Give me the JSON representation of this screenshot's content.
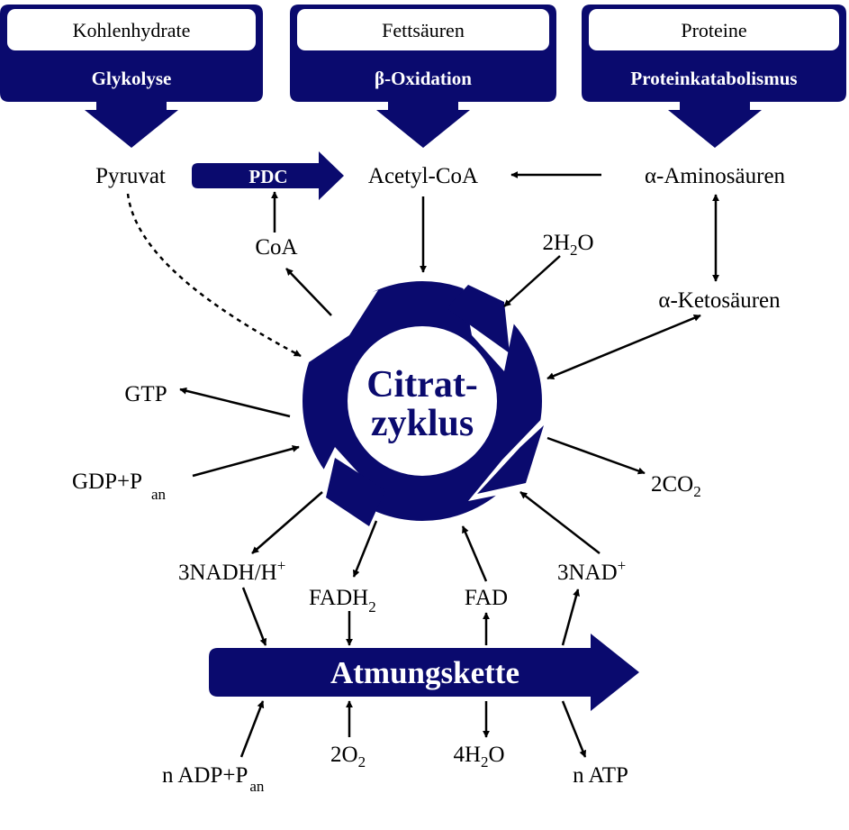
{
  "colors": {
    "primary": "#0a0a6e",
    "ink": "#000000",
    "paper": "#ffffff"
  },
  "sources": [
    {
      "name": "Kohlenhydrate",
      "pathway": "Glykolyse"
    },
    {
      "name": "Fettsäuren",
      "pathway": "β-Oxidation"
    },
    {
      "name": "Proteine",
      "pathway": "Proteinkatabolismus"
    }
  ],
  "nodes": {
    "pyruvat": "Pyruvat",
    "pdc": "PDC",
    "acetyl_coa": "Acetyl-CoA",
    "amino_acids": "α-Aminosäuren",
    "keto_acids": "α-Ketosäuren",
    "coa": "CoA",
    "water_in": {
      "main": "2H",
      "sub": "2",
      "tail": "O"
    },
    "cycle_line1": "Citrat-",
    "cycle_line2": "zyklus",
    "gtp": "GTP",
    "gdp": {
      "main": "GDP+P",
      "sub": "an"
    },
    "co2": {
      "main": "2CO",
      "sub": "2"
    },
    "nadh": {
      "main": "3NADH/H",
      "sup": "+"
    },
    "fadh2": {
      "main": "FADH",
      "sub": "2"
    },
    "fad": "FAD",
    "nad": {
      "main": "3NAD",
      "sup": "+"
    },
    "resp_chain": "Atmungskette",
    "adp": {
      "main": "n ADP+P",
      "sub": "an"
    },
    "o2": {
      "main": "2O",
      "sub": "2"
    },
    "water_out": {
      "main": "4H",
      "sub": "2",
      "tail": "O"
    },
    "atp": "n ATP"
  }
}
